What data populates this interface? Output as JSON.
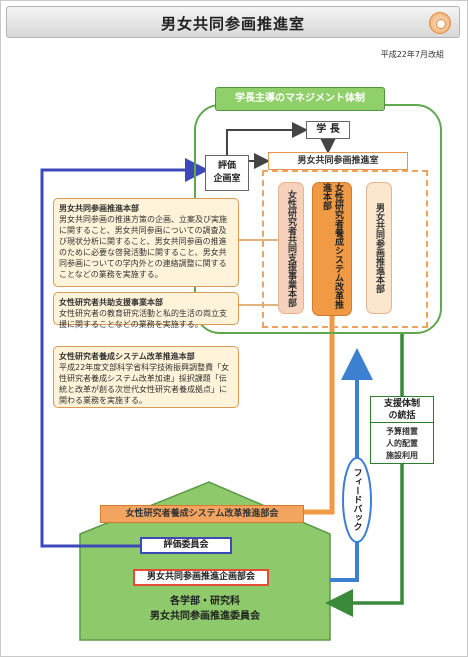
{
  "title": "男女共同参画推進室",
  "revision": "平成22年7月改組",
  "management_label": "学長主導のマネジメント体制",
  "president": "学 長",
  "evaluation_office": "評価\n企画室",
  "promotion_office": "男女共同参画推進室",
  "columns": [
    "女性研究者共同支援事業本部",
    "女性研究者養成システム改革推進本部",
    "男女共同参画推進本部"
  ],
  "info_boxes": [
    {
      "title": "男女共同参画推進本部",
      "body": "男女共同参画の推進方策の企画、立案及び実施に関すること、男女共同参画についての調査及び現状分析に関すること、男女共同参画の推進のために必要な啓発活動に関すること、男女共同参画についての学内外との連絡調整に関することなどの業務を実施する。"
    },
    {
      "title": "女性研究者共助支援事業本部",
      "body": "女性研究者の教育研究活動と私的生活の両立支援に関することなどの業務を実施する。"
    },
    {
      "title": "女性研究者養成システム改革推進本部",
      "body": "平成22年度文部科学省科学技術振興調整費「女性研究者養成システム改革加速」採択課題「伝統と改革が創る次世代女性研究者養成拠点」に関わる業務を実施する。"
    }
  ],
  "support": {
    "title": "支援体制\nの統括",
    "items": "予算措置\n人的配置\n施設利用"
  },
  "feedback": "フィードバック",
  "house": {
    "top_label": "女性研究者養成システム改革推進部会",
    "eval_committee": "評価委員会",
    "planning": "男女共同参画推進企画部会",
    "bottom": "各学部・研究科\n男女共同参画推進委員会"
  },
  "colors": {
    "green": "#5fa84d",
    "orange": "#f09a45",
    "blue": "#3d49b8",
    "red": "#e44c3a"
  }
}
